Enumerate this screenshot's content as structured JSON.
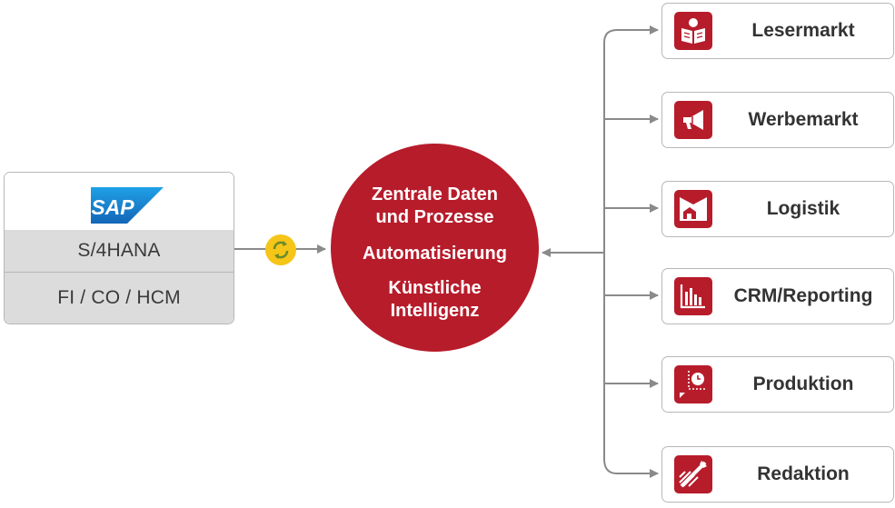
{
  "source": {
    "logo_text": "SAP",
    "system": "S/4HANA",
    "modules": "FI / CO / HCM"
  },
  "hub": {
    "line1": "Zentrale Daten",
    "line2": "und Prozesse",
    "line3": "Automatisierung",
    "line4": "Künstliche",
    "line5": "Intelligenz"
  },
  "targets": [
    {
      "label": "Lesermarkt",
      "icon": "reader-icon"
    },
    {
      "label": "Werbemarkt",
      "icon": "megaphone-icon"
    },
    {
      "label": "Logistik",
      "icon": "delivery-house-icon"
    },
    {
      "label": "CRM/Reporting",
      "icon": "bar-chart-icon"
    },
    {
      "label": "Produktion",
      "icon": "production-clock-icon"
    },
    {
      "label": "Redaktion",
      "icon": "pen-writing-icon"
    }
  ],
  "colors": {
    "accent": "#b71c2b",
    "sync": "#f5c518",
    "sap_blue": "#1a7ccf",
    "box_grey": "#dcdcdc",
    "line": "#8a8a8a"
  }
}
